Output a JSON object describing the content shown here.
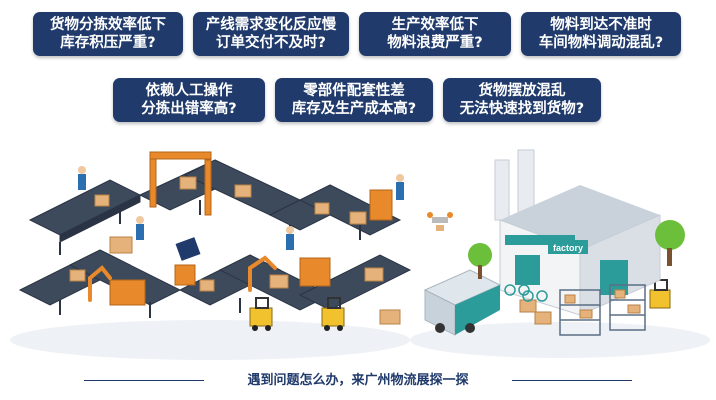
{
  "questions": [
    {
      "line1": "货物分拣效率低下",
      "line2": "库存积压严重?"
    },
    {
      "line1": "产线需求变化反应慢",
      "line2": "订单交付不及时?"
    },
    {
      "line1": "生产效率低下",
      "line2": "物料浪费严重?"
    },
    {
      "line1": "物料到达不准时",
      "line2": "车间物料调动混乱?"
    },
    {
      "line1": "依赖人工操作",
      "line2": "分拣出错率高?"
    },
    {
      "line1": "零部件配套性差",
      "line2": "库存及生产成本高?"
    },
    {
      "line1": "货物摆放混乱",
      "line2": "无法快速找到货物?"
    }
  ],
  "factory_sign": "factory",
  "footer": "遇到问题怎么办，来广州物流展探一探",
  "colors": {
    "box": "#1f3a6b",
    "conveyor": "#3d4a5c",
    "orange": "#e8892b",
    "teal": "#2c9c9a",
    "green": "#6cbf3a"
  }
}
